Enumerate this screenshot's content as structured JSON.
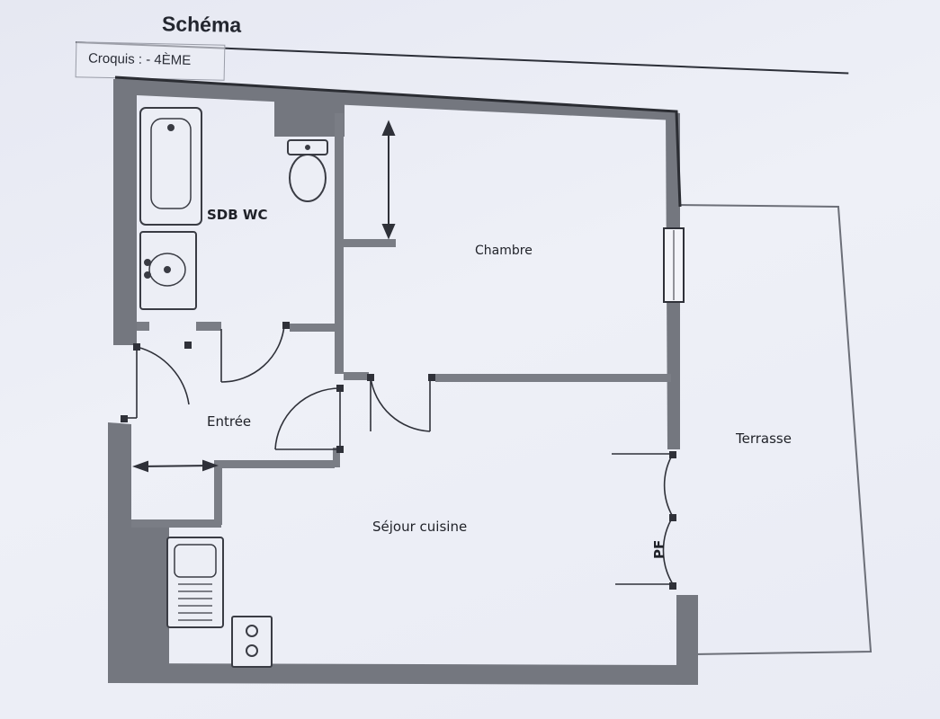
{
  "header": {
    "title": "Schéma",
    "subtitle": "Croquis :  - 4ÈME"
  },
  "rooms": {
    "bathroom": "SDB WC",
    "bedroom": "Chambre",
    "entry": "Entrée",
    "living": "Séjour cuisine",
    "terrace": "Terrasse",
    "french_door": "PF"
  },
  "colors": {
    "wall": "#6f727a",
    "wall_dark": "#2b2d33",
    "line": "#2f3139",
    "fixture": "#3a3c44"
  }
}
